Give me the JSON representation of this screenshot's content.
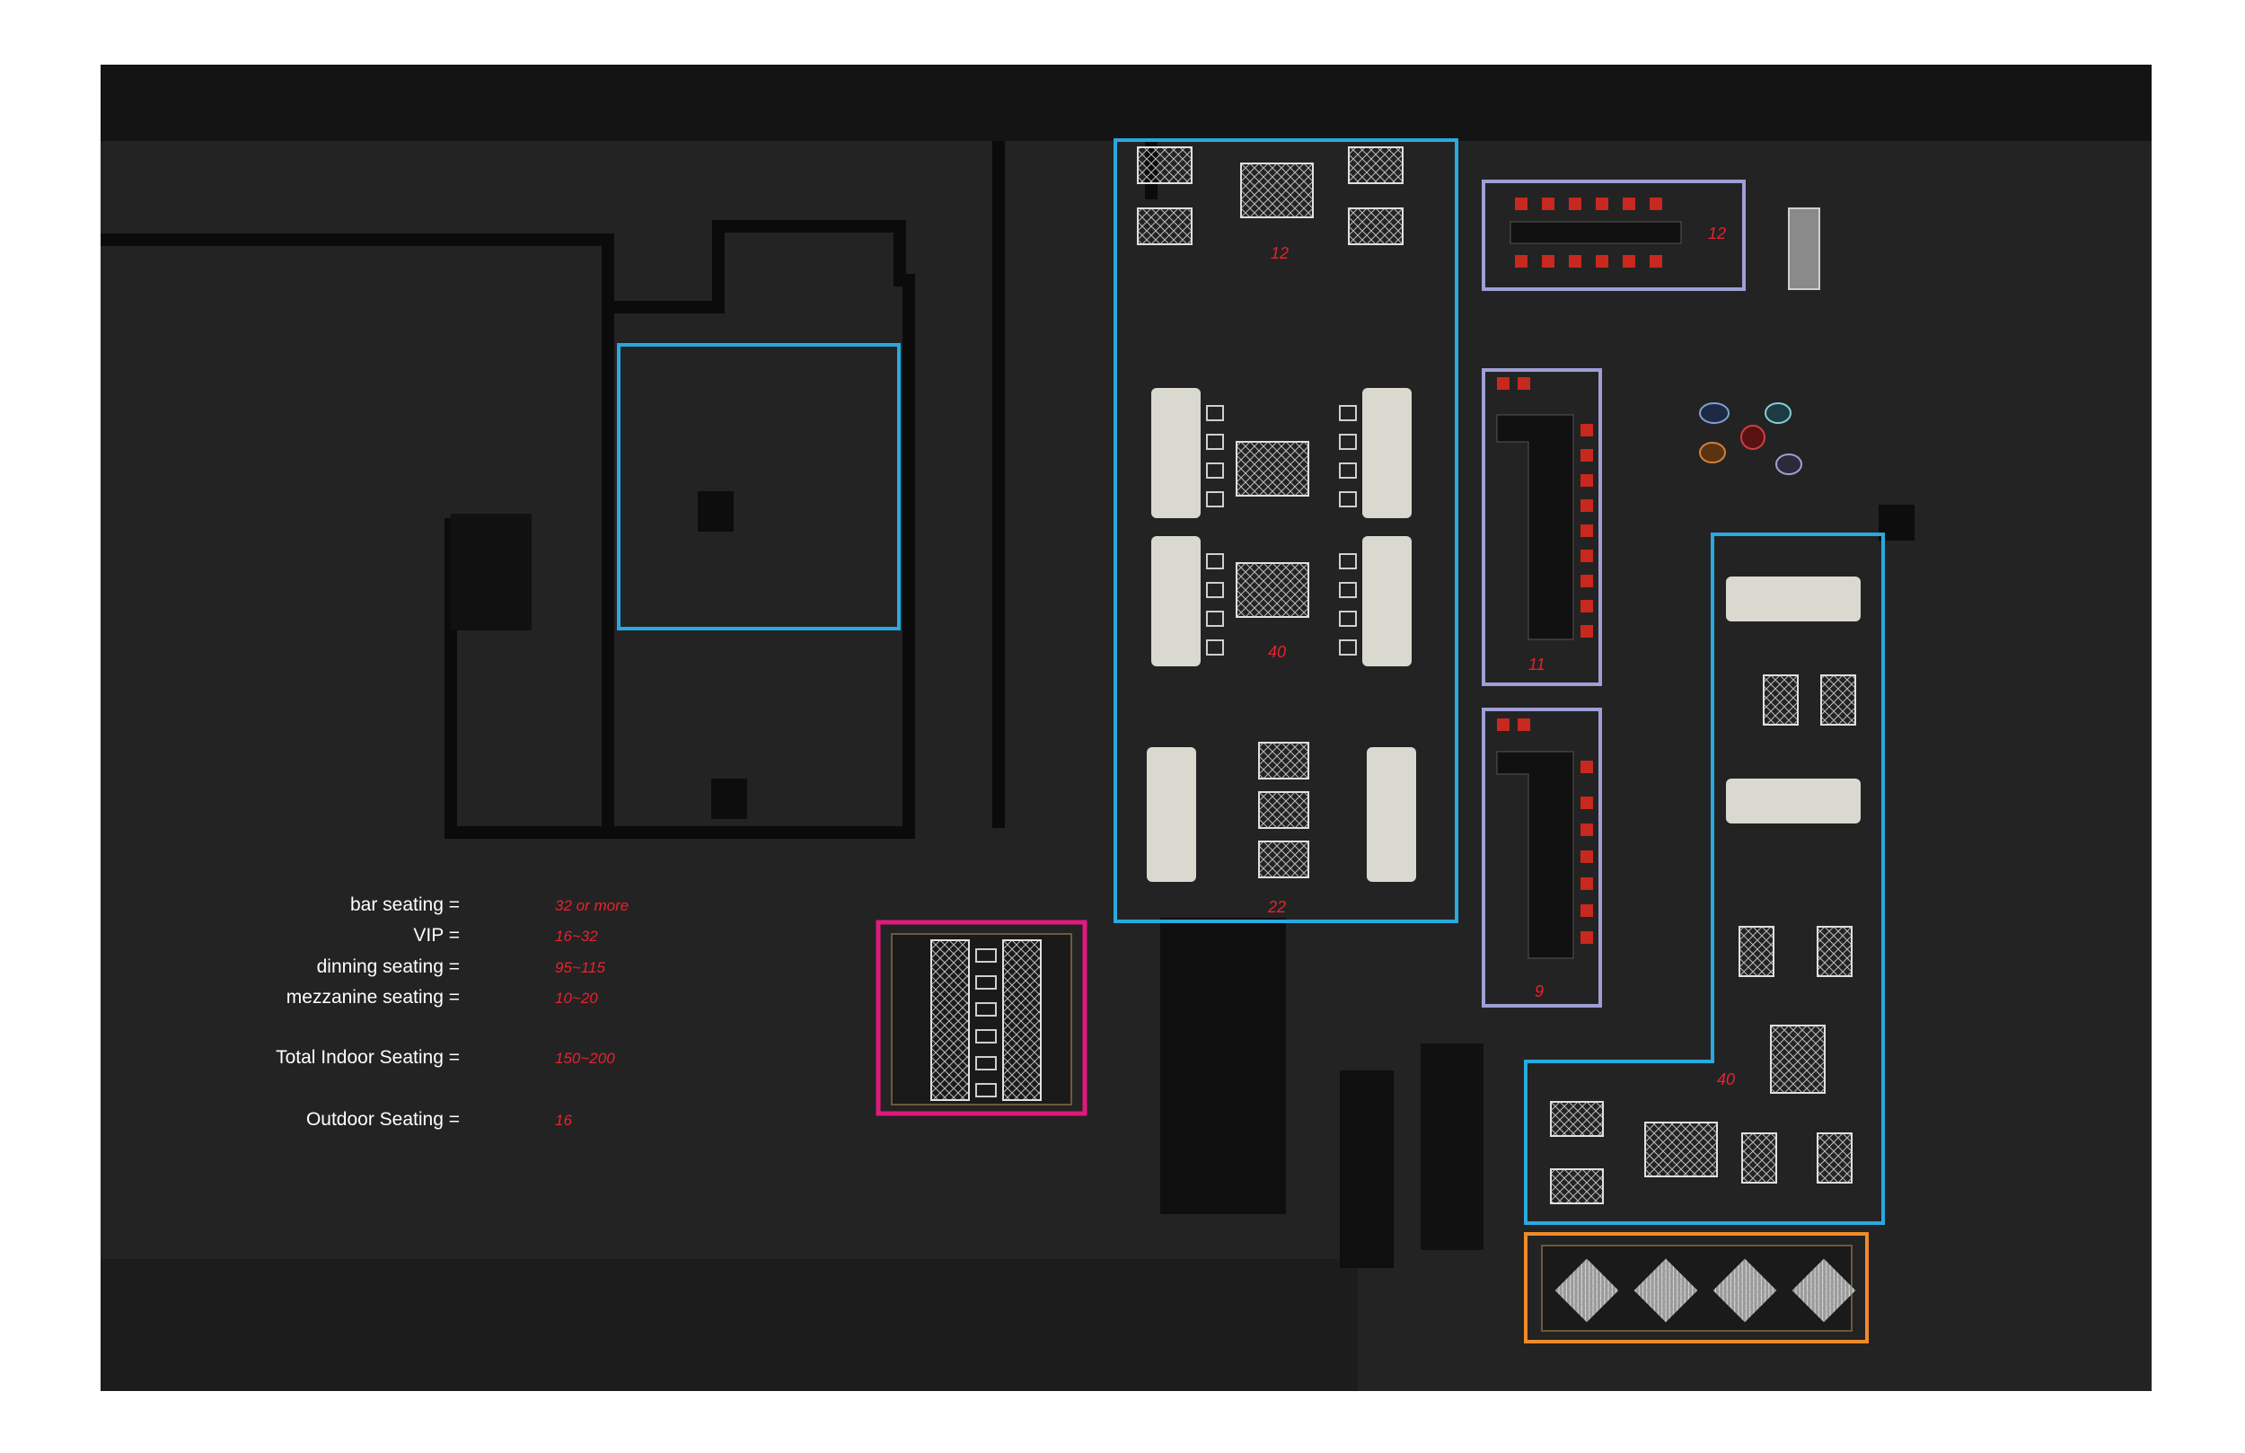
{
  "legend": {
    "rows": [
      {
        "label": "bar seating =",
        "value": "32 or more"
      },
      {
        "label": "VIP =",
        "value": "16~32"
      },
      {
        "label": "dinning seating =",
        "value": "95~115"
      },
      {
        "label": "mezzanine seating =",
        "value": "10~20"
      },
      {
        "label": "Total Indoor Seating =",
        "value": "150~200"
      },
      {
        "label": "Outdoor Seating =",
        "value": "16"
      }
    ]
  },
  "zones": {
    "mezzanine": {
      "color": "#29a9e0"
    },
    "dining_top": {
      "count": "12",
      "color": "#29a9e0"
    },
    "dining_center": {
      "count": "40",
      "color": "#29a9e0"
    },
    "dining_bottom": {
      "count": "22",
      "color": "#29a9e0"
    },
    "bar_top": {
      "count": "12",
      "color": "#9f9fd6"
    },
    "bar_middle": {
      "count": "11",
      "color": "#9f9fd6"
    },
    "bar_lower": {
      "count": "9",
      "color": "#9f9fd6"
    },
    "dining_right": {
      "count": "40",
      "color": "#29a9e0"
    },
    "vip": {
      "color": "#e0197d"
    },
    "outdoor": {
      "color": "#f08a2a"
    }
  },
  "colors": {
    "background": "#232323",
    "page": "#ffffff",
    "label_red": "#e8232d",
    "chair_red": "#c8281e"
  }
}
